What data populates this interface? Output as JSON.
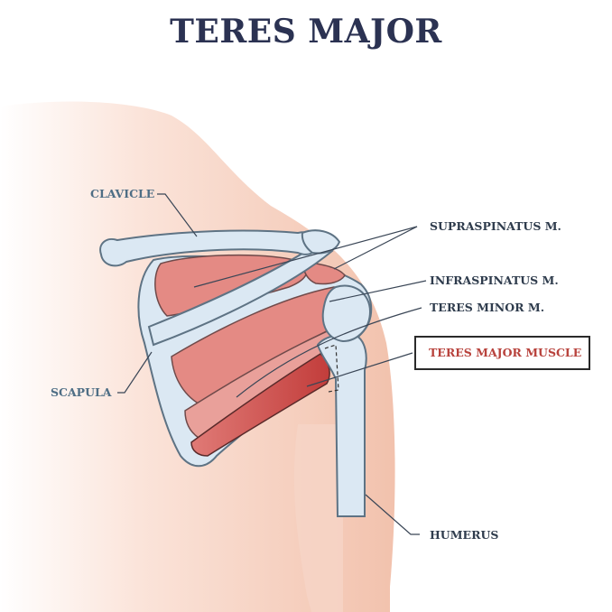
{
  "title": "TERES MAJOR",
  "labels": {
    "clavicle": "CLAVICLE",
    "scapula": "SCAPULA",
    "supraspinatus": "SUPRASPINATUS M.",
    "infraspinatus": "INFRASPINATUS M.",
    "teres_minor": "TERES MINOR M.",
    "teres_major": "TERES MAJOR MUSCLE",
    "humerus": "HUMERUS"
  },
  "colors": {
    "title": "#2b3252",
    "skin": "#f4cbb8",
    "muscle": "#e48a84",
    "muscle_dark": "#c94a46",
    "bone": "#dbe8f3",
    "highlight_text": "#b8423c"
  }
}
